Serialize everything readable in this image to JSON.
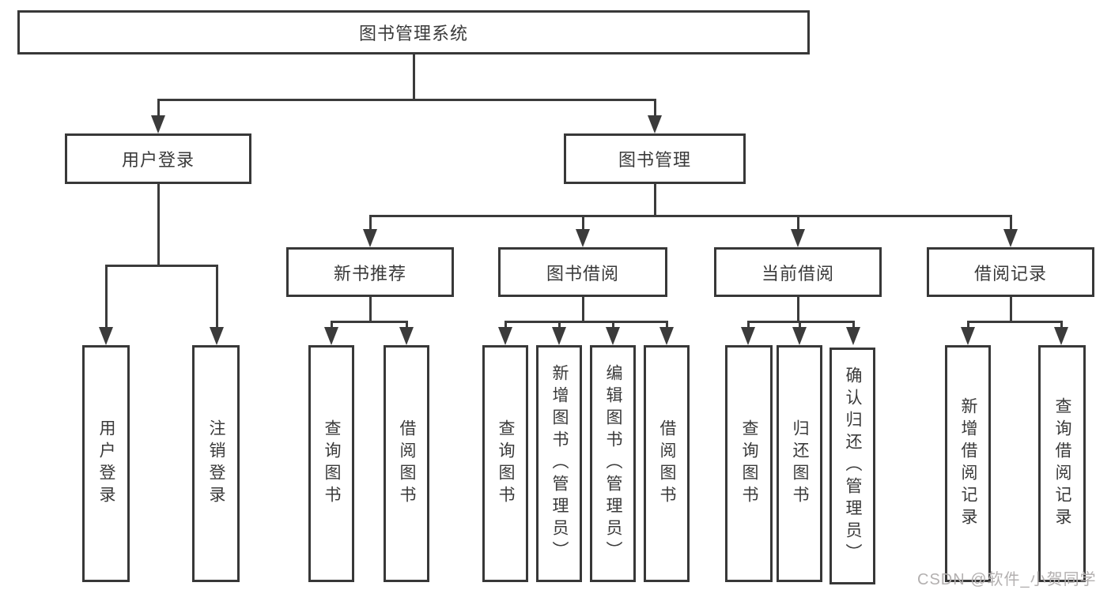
{
  "diagram": {
    "type": "hierarchy-tree",
    "root": {
      "label": "图书管理系统"
    },
    "level2": [
      {
        "label": "用户登录"
      },
      {
        "label": "图书管理"
      }
    ],
    "level3": [
      {
        "label": "新书推荐"
      },
      {
        "label": "图书借阅"
      },
      {
        "label": "当前借阅"
      },
      {
        "label": "借阅记录"
      }
    ],
    "leaves": {
      "user_login": [
        {
          "label": "用户登录"
        },
        {
          "label": "注销登录"
        }
      ],
      "new_books": [
        {
          "label": "查询图书"
        },
        {
          "label": "借阅图书"
        }
      ],
      "book_borrowing": [
        {
          "label": "查询图书"
        },
        {
          "label": "新增图书（管理员）"
        },
        {
          "label": "编辑图书（管理员）"
        },
        {
          "label": "借阅图书"
        }
      ],
      "current_borrowing": [
        {
          "label": "查询图书"
        },
        {
          "label": "归还图书"
        },
        {
          "label": "确认归还（管理员）"
        }
      ],
      "borrowing_records": [
        {
          "label": "新增借阅记录"
        },
        {
          "label": "查询借阅记录"
        }
      ]
    },
    "hierarchy": {
      "图书管理系统": [
        "用户登录",
        "图书管理"
      ],
      "用户登录": [
        "用户登录",
        "注销登录"
      ],
      "图书管理": [
        "新书推荐",
        "图书借阅",
        "当前借阅",
        "借阅记录"
      ],
      "新书推荐": [
        "查询图书",
        "借阅图书"
      ],
      "图书借阅": [
        "查询图书",
        "新增图书（管理员）",
        "编辑图书（管理员）",
        "借阅图书"
      ],
      "当前借阅": [
        "查询图书",
        "归还图书",
        "确认归还（管理员）"
      ],
      "借阅记录": [
        "新增借阅记录",
        "查询借阅记录"
      ]
    }
  },
  "watermark": {
    "text": "CSDN @软件_小贺同学"
  },
  "colors": {
    "line": "#3b3b3b",
    "border": "#383838",
    "text": "#3a3a3a",
    "background": "#ffffff",
    "watermark": "#b3b0b0"
  }
}
